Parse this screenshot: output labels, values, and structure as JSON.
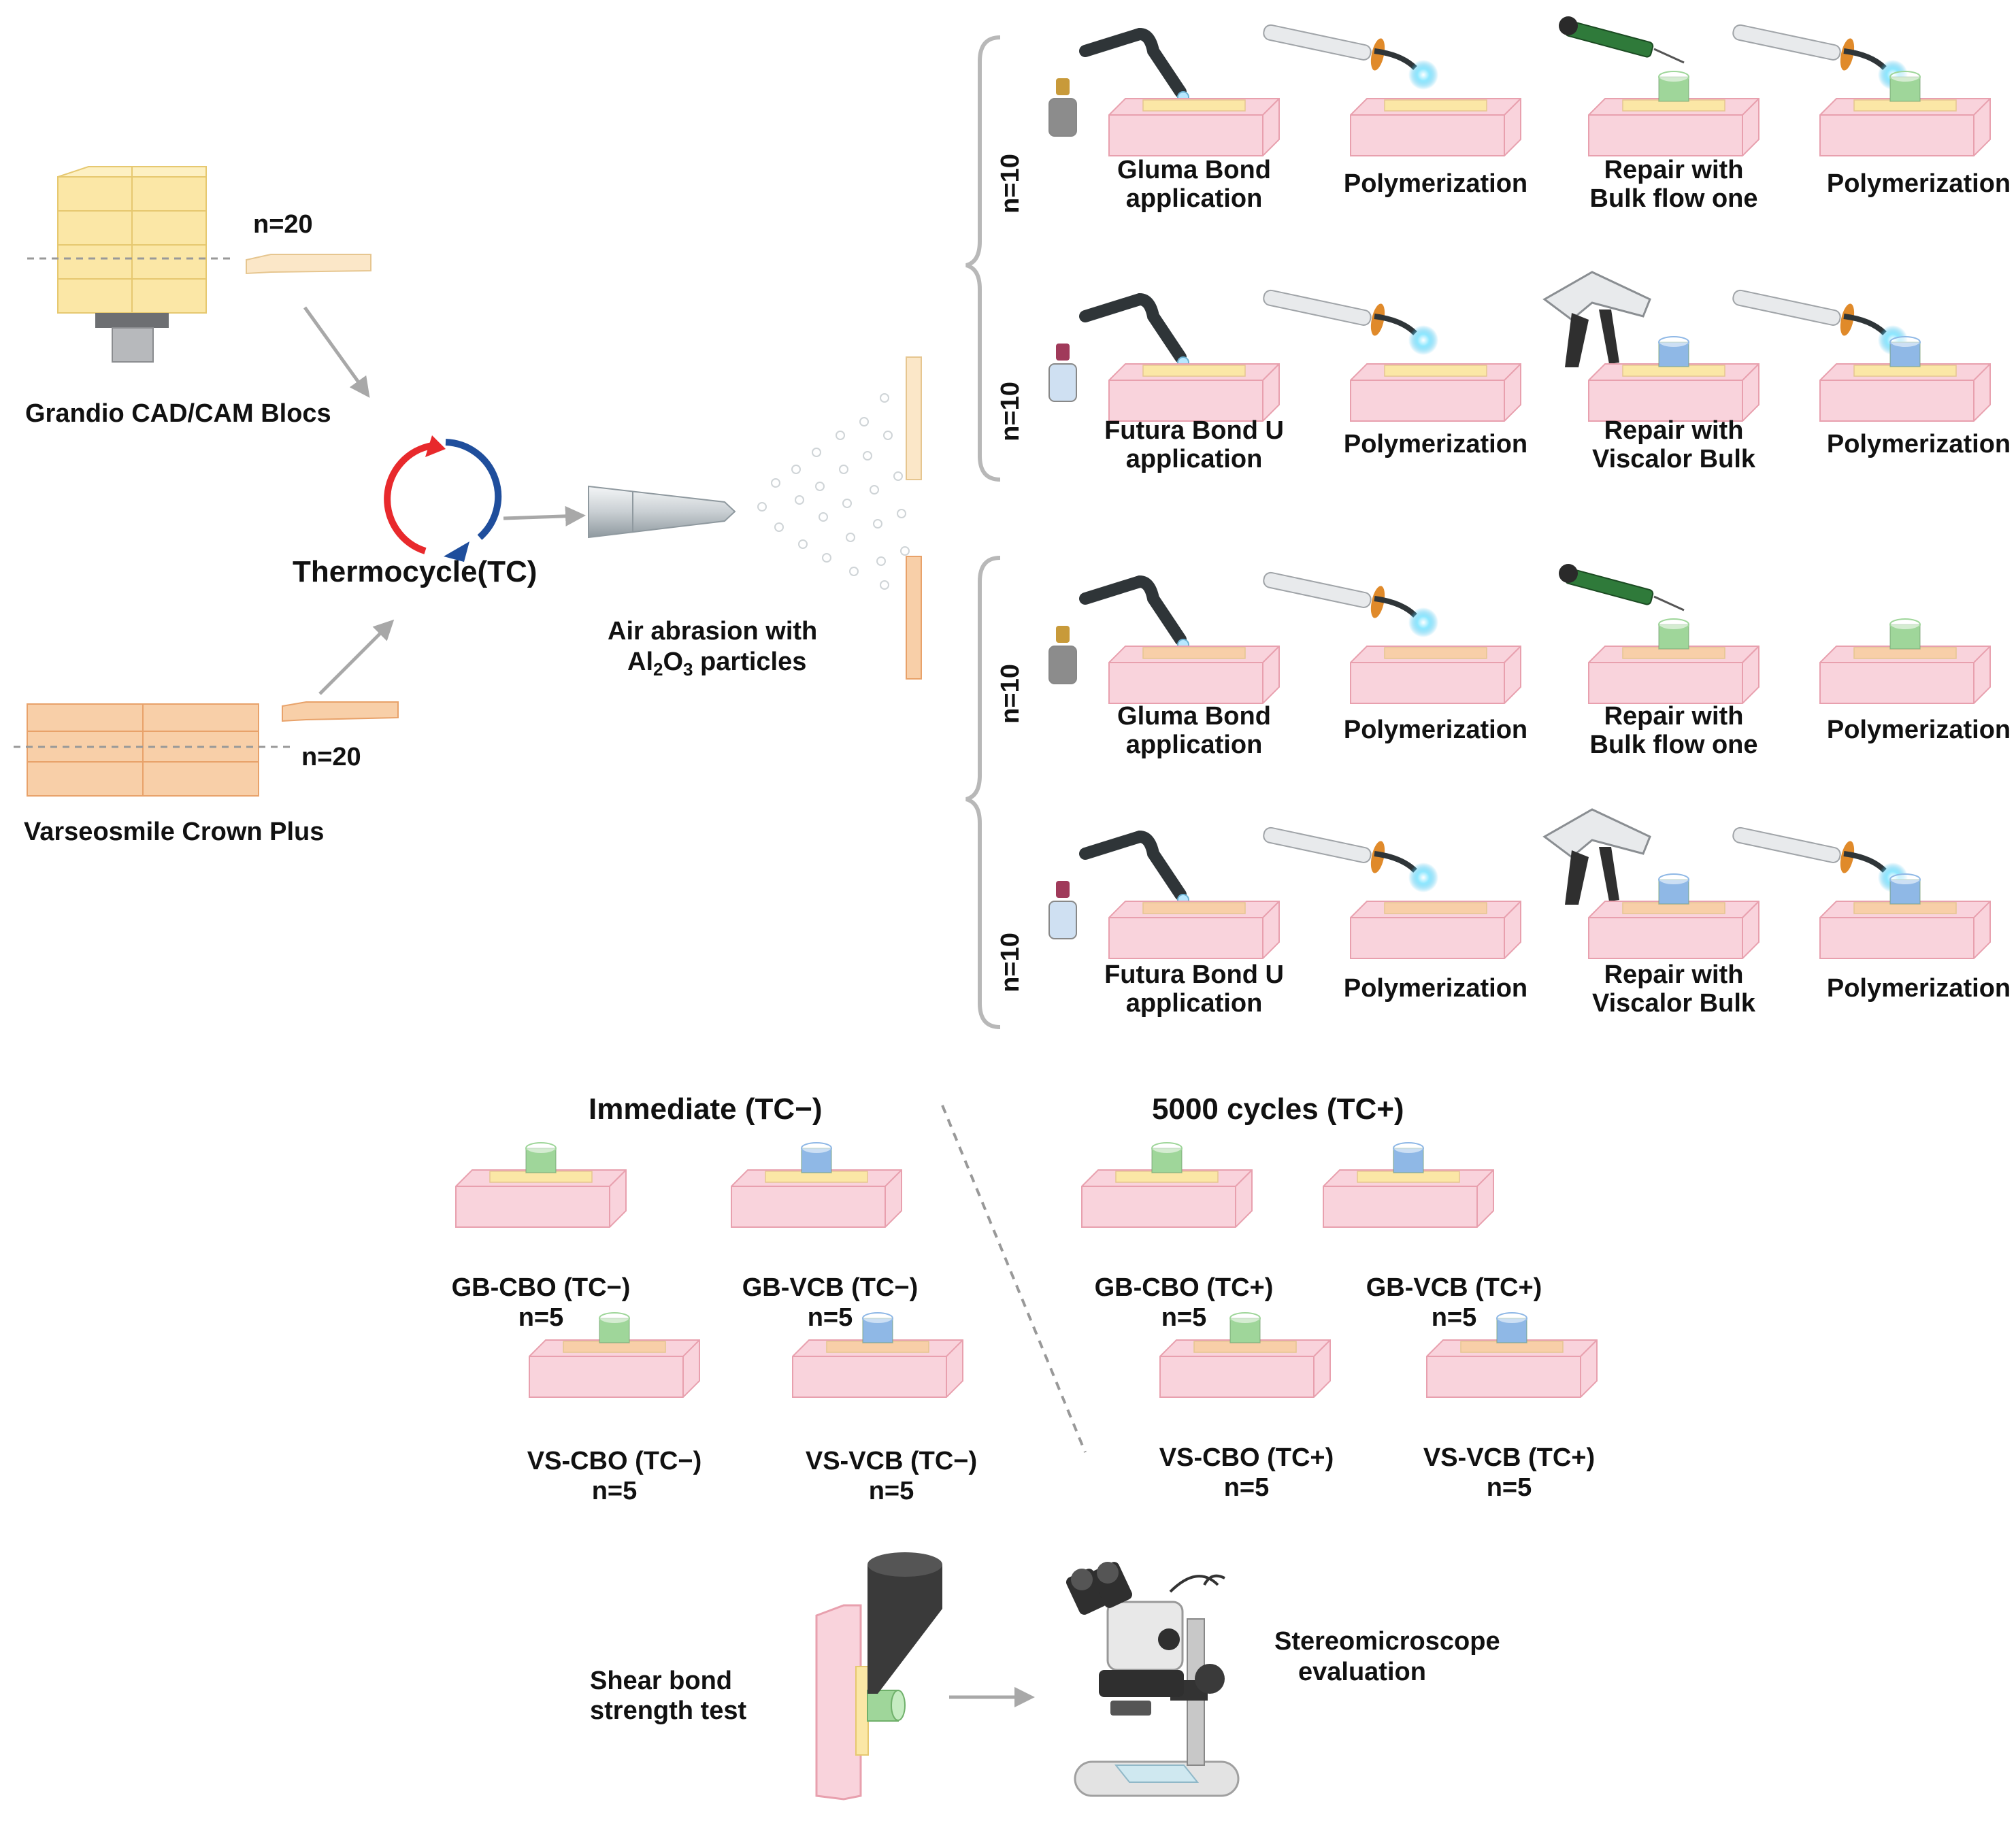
{
  "materials": {
    "grandio": {
      "label": "Grandio CAD/CAM Blocs",
      "n": "n=20"
    },
    "varseo": {
      "label": "Varseosmile Crown Plus",
      "n": "n=20"
    }
  },
  "thermocycle": {
    "label": "Thermocycle(TC)"
  },
  "air_abrasion": {
    "line1": "Air abrasion with",
    "al": "Al",
    "sub1": "2",
    "o": "O",
    "sub2": "3",
    "rest": " particles"
  },
  "group_n": "n=10",
  "rows": [
    {
      "steps": [
        "Gluma Bond|application",
        "Polymerization",
        "Repair with|Bulk flow one",
        "Polymerization"
      ]
    },
    {
      "steps": [
        "Futura Bond U|application",
        "Polymerization",
        "Repair with|Viscalor Bulk",
        "Polymerization"
      ]
    },
    {
      "steps": [
        "Gluma Bond|application",
        "Polymerization",
        "Repair with|Bulk flow one",
        "Polymerization"
      ]
    },
    {
      "steps": [
        "Futura Bond U|application",
        "Polymerization",
        "Repair with|Viscalor Bulk",
        "Polymerization"
      ]
    }
  ],
  "aging": {
    "immediate": "Immediate (TC−)",
    "cycles": "5000 cycles (TC+)"
  },
  "groups": [
    {
      "name": "GB-CBO (TC−)",
      "n": "n=5"
    },
    {
      "name": "GB-VCB (TC−)",
      "n": "n=5"
    },
    {
      "name": "VS-CBO (TC−)",
      "n": "n=5"
    },
    {
      "name": "VS-VCB (TC−)",
      "n": "n=5"
    },
    {
      "name": "GB-CBO (TC+)",
      "n": "n=5"
    },
    {
      "name": "GB-VCB (TC+)",
      "n": "n=5"
    },
    {
      "name": "VS-CBO (TC+)",
      "n": "n=5"
    },
    {
      "name": "VS-VCB (TC+)",
      "n": "n=5"
    }
  ],
  "tests": {
    "shear": [
      "Shear bond",
      "strength test"
    ],
    "stereo": [
      "Stereomicroscope",
      "evaluation"
    ]
  },
  "colors": {
    "block": "#f9d3dc",
    "block_edge": "#e8a0ae",
    "grandio": "#fbe7a6",
    "varseo": "#f8cfa8",
    "green_cyl": "#9fd69a",
    "blue_cyl": "#8fb8e6",
    "arrow": "#a8a8a8",
    "tc_red": "#e8292c",
    "tc_blue": "#1f4e9c"
  }
}
